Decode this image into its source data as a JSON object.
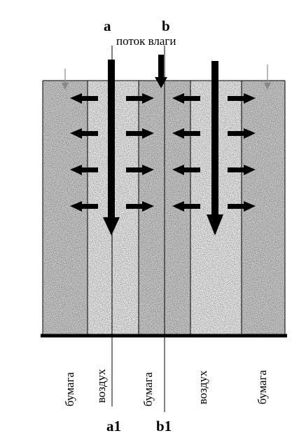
{
  "labels": {
    "top_a": "a",
    "top_b": "b",
    "flow_title": "поток влаги",
    "bottom_a1": "a1",
    "bottom_b1": "b1"
  },
  "layers": [
    {
      "name": "бумага",
      "kind": "paper"
    },
    {
      "name": "воздух",
      "kind": "air"
    },
    {
      "name": "бумага",
      "kind": "paper"
    },
    {
      "name": "воздух",
      "kind": "air"
    },
    {
      "name": "бумага",
      "kind": "paper"
    }
  ],
  "colors": {
    "paper": "#cfcfcf",
    "air": "#efefef",
    "stroke": "#000000",
    "small_arrow": "#888888"
  }
}
